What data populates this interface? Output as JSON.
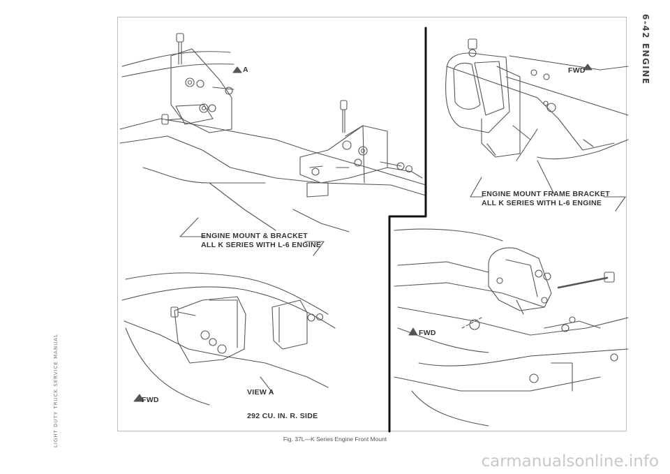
{
  "header": {
    "section": "6-42 ENGINE"
  },
  "footer": {
    "manual_title": "LIGHT DUTY TRUCK SERVICE MANUAL"
  },
  "figure": {
    "caption": "Fig. 37L—K Series Engine Front Mount",
    "labels": {
      "mount_bracket_line1": "ENGINE MOUNT & BRACKET",
      "mount_bracket_line2": "ALL K SERIES WITH L-6 ENGINE",
      "frame_bracket_line1": "ENGINE MOUNT FRAME BRACKET",
      "frame_bracket_line2": "ALL K SERIES WITH L-6 ENGINE",
      "view_a": "VIEW A",
      "side_label": "292 CU. IN. R. SIDE",
      "arrow_a": "A",
      "fwd_top_right": "FWD",
      "fwd_lower_left": "FWD",
      "fwd_lower_right": "FWD"
    }
  },
  "watermark": {
    "text": "carmanualsonline.info"
  }
}
